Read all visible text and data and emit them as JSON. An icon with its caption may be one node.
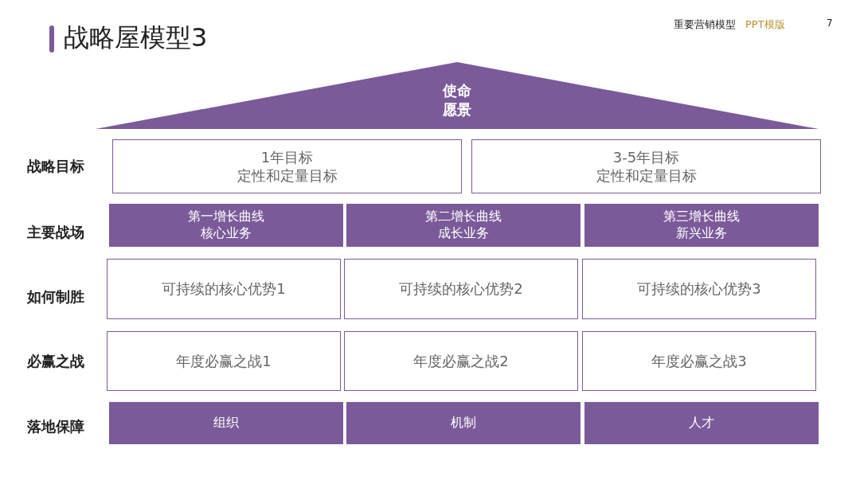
{
  "diagram": {
    "title": "战略屋模型3",
    "nodes": [
      {
        "text": [
          "使命",
          "愿景"
        ]
      },
      {
        "text": [
          "1年目标",
          "定性和定量目标"
        ]
      },
      {
        "text": [
          "3-5年目标",
          "定性和定量目标"
        ]
      },
      {
        "text": [
          "第一增长曲线",
          "核心业务"
        ]
      },
      {
        "text": [
          "第二增长曲线",
          "成长业务"
        ]
      },
      {
        "text": [
          "第三增长曲线",
          "新兴业务"
        ]
      },
      {
        "text": [
          "可持续的核心优势1"
        ]
      },
      {
        "text": [
          "可持续的核心优势2"
        ]
      },
      {
        "text": [
          "可持续的核心优势3"
        ]
      },
      {
        "text": [
          "年度必赢之战1"
        ]
      },
      {
        "text": [
          "年度必赢之战2"
        ]
      },
      {
        "text": [
          "年度必赢之战3"
        ]
      },
      {
        "text": [
          "组织"
        ]
      },
      {
        "text": [
          "机制"
        ]
      },
      {
        "text": [
          "人才"
        ]
      }
    ],
    "labels": [
      "重要营销模型",
      "PPT模版",
      "7",
      "战略目标",
      "主要战场",
      "如何制胜",
      "必赢之战",
      "落地保障"
    ]
  }
}
